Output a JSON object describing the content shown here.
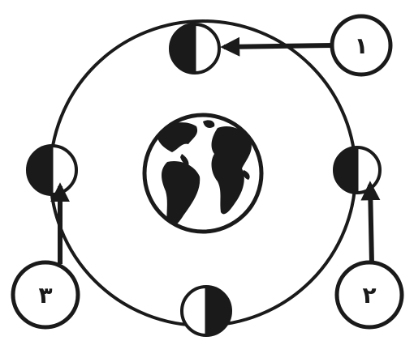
{
  "diagram": {
    "labels": [
      {
        "id": "1",
        "text": "١"
      },
      {
        "id": "2",
        "text": "٢"
      },
      {
        "id": "3",
        "text": "٣"
      }
    ],
    "colors": {
      "ink": "#1a1a1a",
      "fill_light": "#ffffff",
      "earth_land": "#1a1a1a",
      "earth_ocean": "#ffffff"
    },
    "icons": {
      "center": "earth-globe-icon",
      "moon": "moon-half-lit-icon"
    }
  }
}
